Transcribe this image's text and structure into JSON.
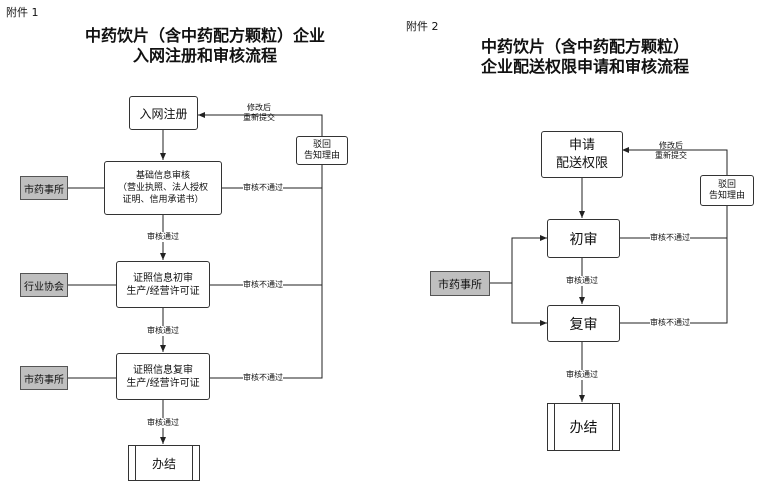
{
  "left": {
    "attachment": "附件 1",
    "title_line1": "中药饮片（含中药配方颗粒）企业",
    "title_line2": "入网注册和审核流程",
    "nodes": {
      "register": "入网注册",
      "basic_review": "基础信息审核\n（营业执照、法人授权\n证明、信用承诺书）",
      "license_first": "证照信息初审\n生产/经营许可证",
      "license_second": "证照信息复审\n生产/经营许可证",
      "done": "办结",
      "reject": "驳回\n告知理由"
    },
    "actors": {
      "bureau_1": "市药事所",
      "association": "行业协会",
      "bureau_2": "市药事所"
    },
    "labels": {
      "resubmit": "修改后\n重新提交",
      "fail_1": "审核不通过",
      "fail_2": "审核不通过",
      "fail_3": "审核不通过",
      "pass_1": "审核通过",
      "pass_2": "审核通过",
      "pass_3": "审核通过"
    }
  },
  "right": {
    "attachment": "附件 2",
    "title_line1": "中药饮片（含中药配方颗粒）",
    "title_line2": "企业配送权限申请和审核流程",
    "nodes": {
      "apply": "申请\n配送权限",
      "first_review": "初审",
      "second_review": "复审",
      "done": "办结",
      "reject": "驳回\n告知理由"
    },
    "actors": {
      "bureau": "市药事所"
    },
    "labels": {
      "resubmit": "修改后\n重新提交",
      "fail_1": "审核不通过",
      "fail_2": "审核不通过",
      "pass_1": "审核通过",
      "pass_2": "审核通过"
    }
  }
}
